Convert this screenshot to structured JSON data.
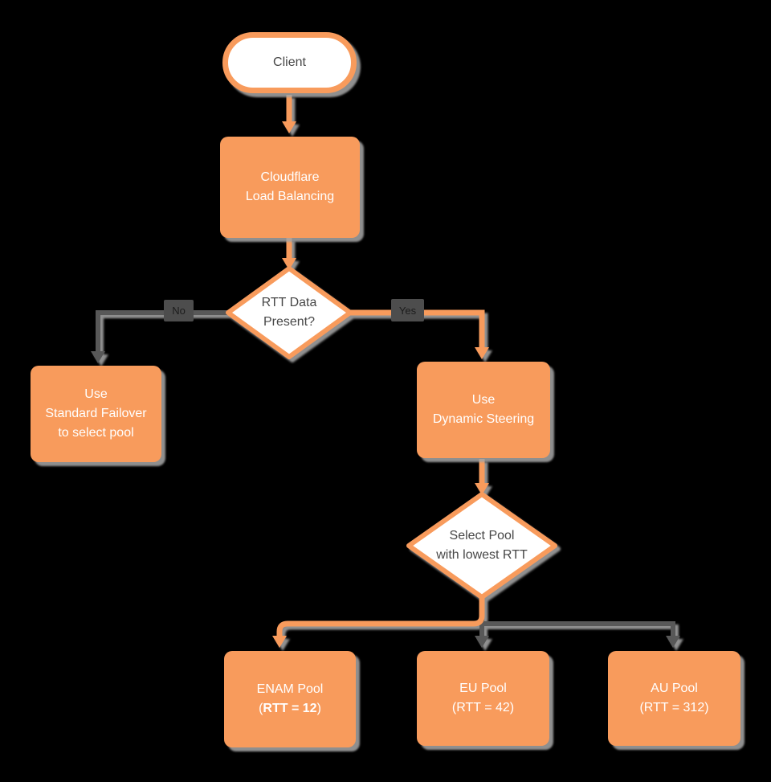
{
  "colors": {
    "background": "#000000",
    "orange": "#f89b5c",
    "connector_gray": "#595959",
    "shadow": "#a0a0a0",
    "label_bg": "#4d4d4d",
    "label_text": "#1c1c1c"
  },
  "nodes": {
    "client": {
      "label": "Client"
    },
    "cloudflare": {
      "line1": "Cloudflare",
      "line2": "Load Balancing"
    },
    "rtt_decision": {
      "line1": "RTT Data",
      "line2": "Present?"
    },
    "standard_failover": {
      "line1": "Use",
      "line2": "Standard Failover",
      "line3": "to select pool"
    },
    "dynamic_steering": {
      "line1": "Use",
      "line2": "Dynamic Steering"
    },
    "select_pool": {
      "line1": "Select Pool",
      "line2": "with lowest RTT"
    },
    "enam_pool": {
      "line1": "ENAM Pool",
      "line2_open": "(",
      "line2_bold": "RTT = 12",
      "line2_close": ")"
    },
    "eu_pool": {
      "line1": "EU Pool",
      "line2": "(RTT = 42)"
    },
    "au_pool": {
      "line1": "AU Pool",
      "line2": "(RTT = 312)"
    }
  },
  "edge_labels": {
    "no": "No",
    "yes": "Yes"
  }
}
